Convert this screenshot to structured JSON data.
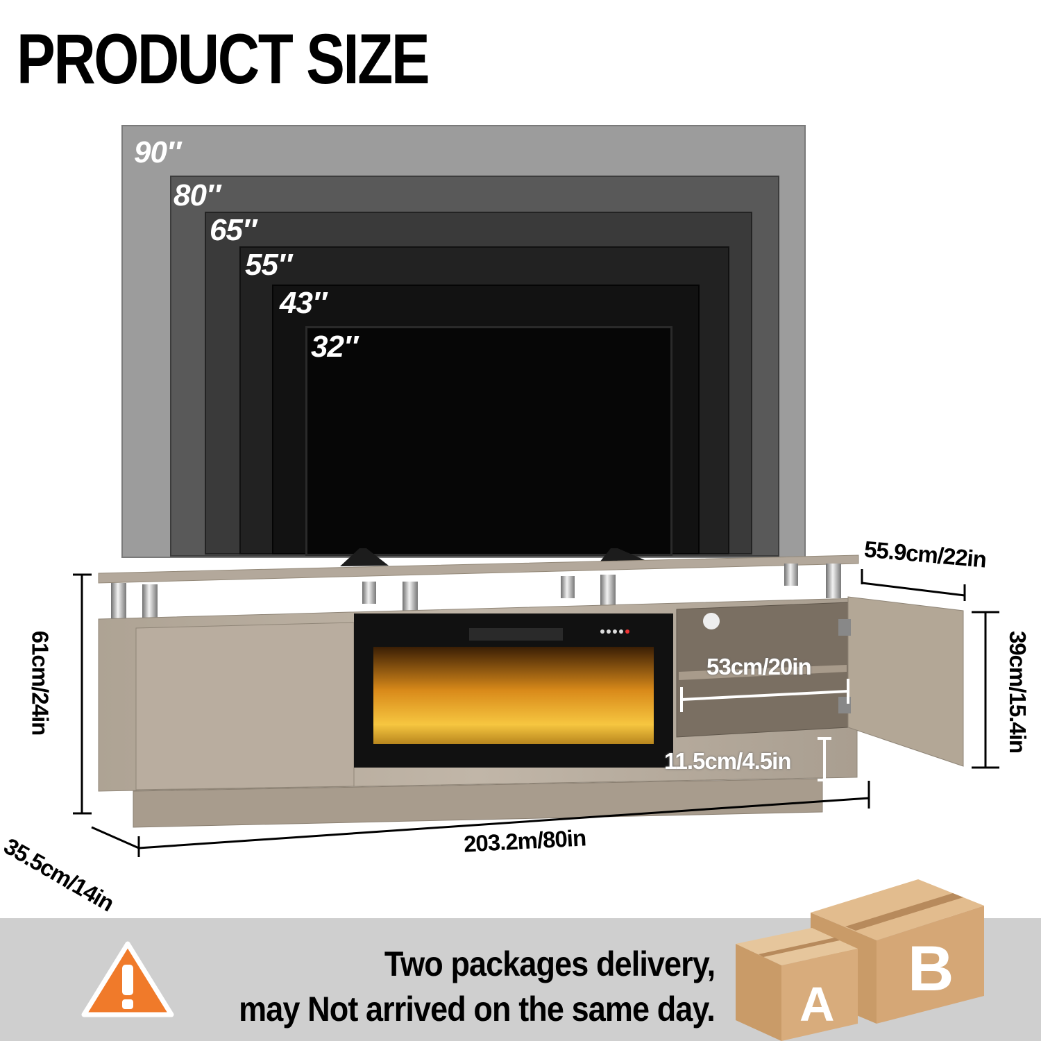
{
  "title": "PRODUCT SIZE",
  "tv_sizes": [
    "90″",
    "80″",
    "65″",
    "55″",
    "43″",
    "32″"
  ],
  "dimensions": {
    "total_height": "61cm/24in",
    "depth": "35.5cm/14in",
    "width": "203.2m/80in",
    "top_width": "55.9cm/22in",
    "cabinet_height": "39cm/15.4in",
    "shelf_width": "53cm/20in",
    "base_height": "11.5cm/4.5in"
  },
  "notice": {
    "line1": "Two packages delivery,",
    "line2": "may Not arrived on the same day."
  },
  "packages": {
    "a": "A",
    "b": "B"
  },
  "colors": {
    "wood": "#b9aea0",
    "tv_black": "#0b0b0b",
    "band_gray": "#cfcfcf",
    "warning_orange": "#f07a2a"
  }
}
